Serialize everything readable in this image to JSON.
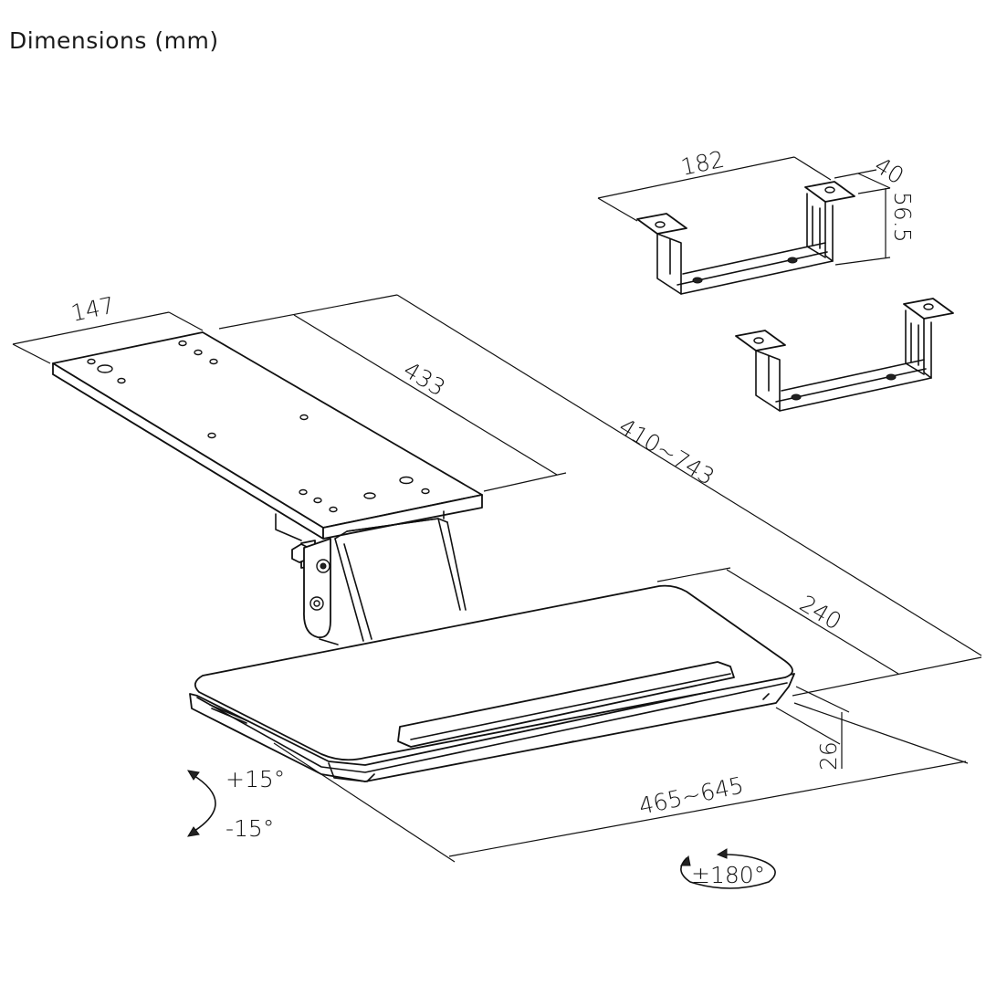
{
  "title": "Dimensions (mm)",
  "dimensions": {
    "mount_plate_width": "147",
    "mount_plate_length": "433",
    "track_travel": "410~743",
    "bracket_width": "182",
    "bracket_flange": "40",
    "bracket_height": "56.5",
    "tray_depth": "240",
    "tray_thickness": "26",
    "tray_width": "465~645"
  },
  "rotations": {
    "tilt_up": "+15°",
    "tilt_down": "-15°",
    "swivel": "±180°"
  },
  "colors": {
    "line": "#111111",
    "background": "#ffffff"
  }
}
